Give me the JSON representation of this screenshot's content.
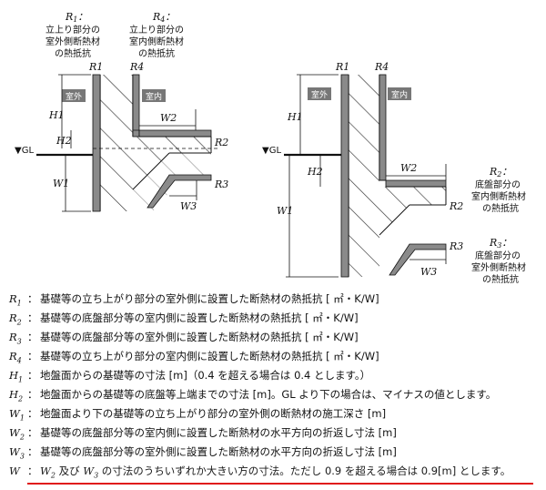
{
  "left_diagram": {
    "callout_r1": {
      "symbol": "R",
      "sub": "1",
      "suffix": "：",
      "lines": [
        "立上り部分の",
        "室外側断熱材",
        "の熱抵抗"
      ]
    },
    "callout_r4": {
      "symbol": "R",
      "sub": "4",
      "suffix": "：",
      "lines": [
        "立上り部分の",
        "室内側断熱材",
        "の熱抵抗"
      ]
    },
    "labels": {
      "r1": "R1",
      "r4": "R4",
      "r2": "R2",
      "r3": "R3",
      "h1": "H1",
      "h2": "H2",
      "w1": "W1",
      "w2": "W2",
      "w3": "W3",
      "outdoor": "室外",
      "indoor": "室内",
      "gl": "▼GL"
    }
  },
  "right_diagram": {
    "callout_r2": {
      "symbol": "R",
      "sub": "2",
      "suffix": "：",
      "lines": [
        "底盤部分の",
        "室内側断熱材",
        "の熱抵抗"
      ]
    },
    "callout_r3": {
      "symbol": "R",
      "sub": "3",
      "suffix": "：",
      "lines": [
        "底盤部分の",
        "室外側断熱材",
        "の熱抵抗"
      ]
    },
    "labels": {
      "r1": "R1",
      "r4": "R4",
      "r2": "R2",
      "r3": "R3",
      "h1": "H1",
      "h2": "H2",
      "w1": "W1",
      "w2": "W2",
      "w3": "W3",
      "outdoor": "室外",
      "indoor": "室内",
      "gl": "▼GL"
    }
  },
  "legend": [
    {
      "symbol": "R",
      "sub": "1",
      "text": "基礎等の立ち上がり部分の室外側に設置した断熱材の熱抵抗 [ ㎡・K/W]"
    },
    {
      "symbol": "R",
      "sub": "2",
      "text": "基礎等の底盤部分等の室内側に設置した断熱材の熱抵抗 [ ㎡・K/W]"
    },
    {
      "symbol": "R",
      "sub": "3",
      "text": "基礎等の底盤部分等の室外側に設置した断熱材の熱抵抗 [ ㎡・K/W]"
    },
    {
      "symbol": "R",
      "sub": "4",
      "text": "基礎等の立ち上がり部分の室内側に設置した断熱材の熱抵抗 [ ㎡・K/W]"
    },
    {
      "symbol": "H",
      "sub": "1",
      "text": "地盤面からの基礎等の寸法 [m]（0.4 を超える場合は 0.4 とします。）"
    },
    {
      "symbol": "H",
      "sub": "2",
      "text": "地盤面からの基礎等の底盤等上端までの寸法 [m]。GL より下の場合は、マイナスの値とします。"
    },
    {
      "symbol": "W",
      "sub": "1",
      "text": "地盤面より下の基礎等の立ち上がり部分の室外側の断熱材の施工深さ [m]"
    },
    {
      "symbol": "W",
      "sub": "2",
      "text": "基礎等の底盤部分等の室内側に設置した断熱材の水平方向の折返し寸法 [m]"
    },
    {
      "symbol": "W",
      "sub": "3",
      "text": "基礎等の底盤部分等の室外側に設置した断熱材の水平方向の折返し寸法 [m]"
    }
  ],
  "legend_w": {
    "symbol": "W",
    "text_a": "W",
    "text_a_sub": "2",
    "text_b": " 及び ",
    "text_c": "W",
    "text_c_sub": "3",
    "text_d": " の寸法のうちいずれか大きい方の寸法。ただし 0.9 を超える場合は 0.9[m] とします。"
  },
  "colors": {
    "insulation": "#8a8a8a",
    "underline": "#e01a1a",
    "line": "#111111"
  }
}
